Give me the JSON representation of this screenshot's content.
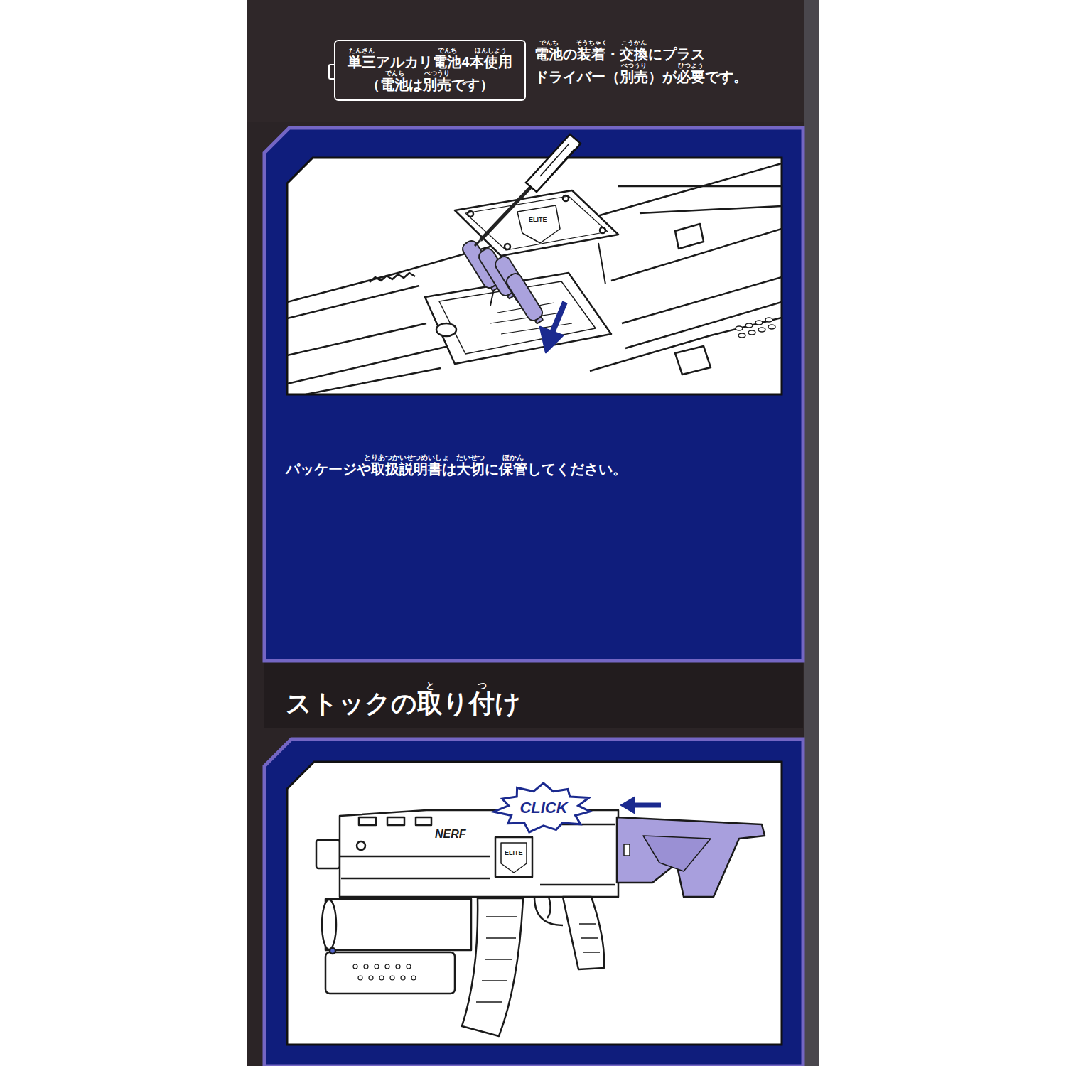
{
  "diagram": {
    "title": "ストックの取り付け",
    "nodes": [
      {
        "text": [
          "単三アルカリ電池4本使用 （電池は別売です）"
        ]
      },
      {
        "text": [
          "CLICK"
        ]
      }
    ],
    "labels": [
      "たんさん",
      "でんち",
      "ほんしよう",
      "でんち",
      "べつうり",
      "でんち",
      "そうちゃく",
      "こうかん",
      "べつうり",
      "ひつよう",
      "電池の装着・交換にプラス ドライバー（別売）が必要です。",
      "ELITE",
      "とりあつかいせつめいしょ",
      "たいせつ",
      "ほかん",
      "パッケージや取扱説明書は大切に保管してください。",
      "と",
      "つ",
      "NERF",
      "ELITE"
    ]
  }
}
